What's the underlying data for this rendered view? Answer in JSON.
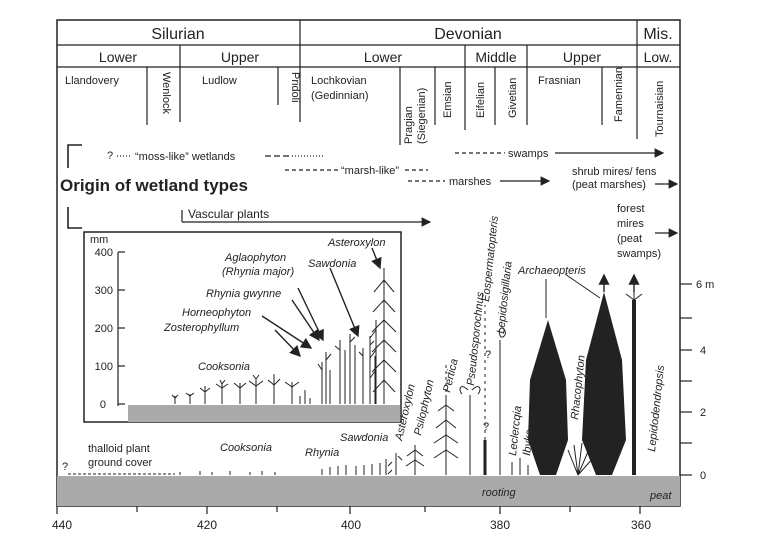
{
  "timescale": {
    "periods": [
      "Silurian",
      "Devonian",
      "Mis."
    ],
    "epochs": [
      "Lower",
      "Upper",
      "Lower",
      "Middle",
      "Upper",
      "Low."
    ],
    "stages": {
      "llandovery": "Llandovery",
      "wenlock": "Wenlock",
      "ludlow": "Ludlow",
      "pridoli": "Pridoli",
      "lochkovian": "Lochkovian",
      "gedinnian": "(Gedinnian)",
      "pragian": "Pragian",
      "siegenian": "(Siegenian)",
      "emsian": "Emsian",
      "eifelian": "Eifelian",
      "givetian": "Givetian",
      "frasnian": "Frasnian",
      "famennian": "Famennian",
      "tournaisian": "Tournaisian"
    }
  },
  "wetlands": {
    "title": "Origin of wetland types",
    "q_mark": "?",
    "moss_like": "“moss-like” wetlands",
    "marsh_like": "“marsh-like”",
    "swamps": "swamps",
    "marshes": "marshes",
    "shrub_mires_1": "shrub mires/ fens",
    "shrub_mires_2": "(peat marshes)",
    "vascular": "Vascular plants",
    "forest_1": "forest",
    "forest_2": "mires",
    "forest_3": "(peat",
    "forest_4": "swamps)"
  },
  "inset": {
    "unit": "mm",
    "ticks": [
      "400",
      "300",
      "200",
      "100",
      "0"
    ],
    "labels": {
      "asteroxylon": "Asteroxylon",
      "aglaophyton": "Aglaophyton",
      "rhynia_major": "(Rhynia major)",
      "sawdonia": "Sawdonia",
      "rhynia_gwynne": "Rhynia gwynne",
      "horneophyton": "Horneophyton",
      "zosterophyllum": "Zosterophyllum",
      "cooksonia": "Cooksonia"
    }
  },
  "plants": {
    "thalloid_1": "thalloid plant",
    "thalloid_2": "ground cover",
    "q_mark": "?",
    "cooksonia": "Cooksonia",
    "rhynia": "Rhynia",
    "sawdonia": "Sawdonia",
    "asteroxylon": "Asteroxylon",
    "psilophyton": "Psilophyton",
    "pertica": "Pertica",
    "pseudosporochnus": "Pseudosporochnus",
    "eospermatopteris": "Eospermatopteris",
    "lepidosigillaria": "Lepidosigillaria",
    "archaeopteris": "Archaeopteris",
    "leclercqia": "Leclercqia",
    "ibyka": "Ibyka",
    "rhacophyton": "Rhacophyton",
    "lepidodendropsis": "Lepidodendropsis",
    "rooting": "rooting",
    "peat": "peat"
  },
  "height_axis": {
    "ticks": [
      "6 m",
      "4",
      "2",
      "0"
    ]
  },
  "age_axis": {
    "ticks": [
      "440",
      "420",
      "400",
      "380",
      "360"
    ]
  }
}
